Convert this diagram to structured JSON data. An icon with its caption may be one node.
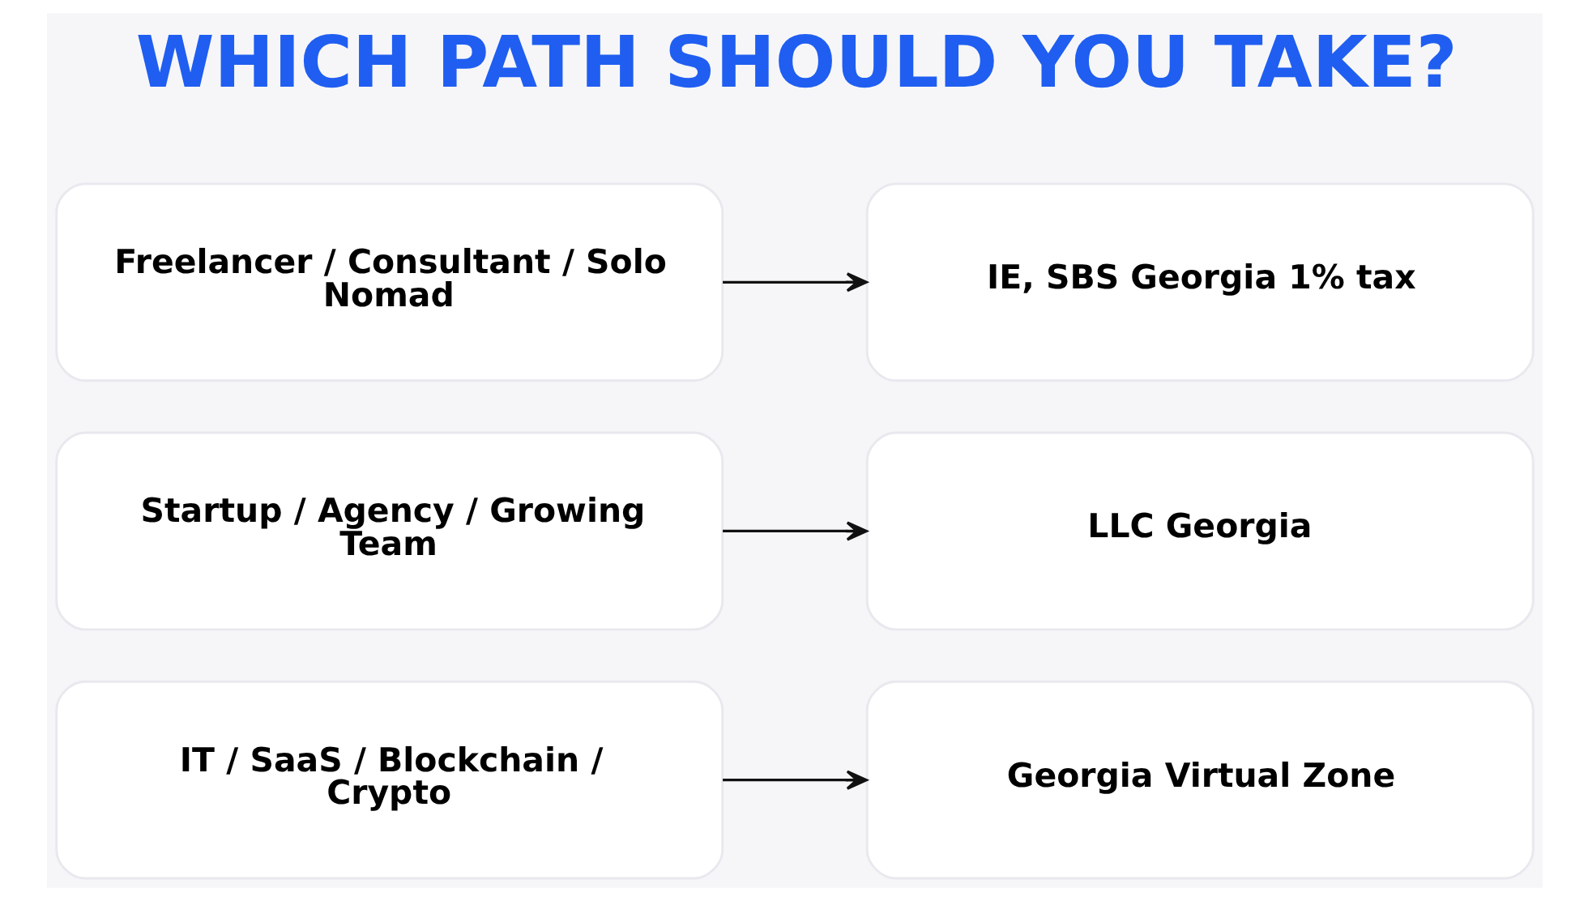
{
  "diagram": {
    "title": "WHICH PATH SHOULD YOU TAKE?",
    "nodes": [
      {
        "text": [
          "Freelancer / Consultant / Solo Nomad"
        ]
      },
      {
        "text": [
          "IE, SBS Georgia 1% tax"
        ]
      },
      {
        "text": [
          "Startup / Agency / Growing Team"
        ]
      },
      {
        "text": [
          "LLC Georgia"
        ]
      },
      {
        "text": [
          "IT / SaaS / Blockchain / Crypto"
        ]
      },
      {
        "text": [
          "Georgia Virtual Zone"
        ]
      }
    ],
    "edges": [
      {
        "from": 0,
        "to": 1,
        "arrow": "to"
      },
      {
        "from": 2,
        "to": 3,
        "arrow": "to"
      },
      {
        "from": 4,
        "to": 5,
        "arrow": "to"
      }
    ]
  }
}
